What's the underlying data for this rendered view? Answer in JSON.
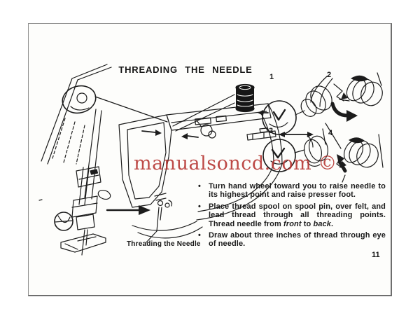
{
  "document": {
    "title": "THREADING THE NEEDLE",
    "watermark": "manualsoncd.com ©",
    "figure_caption": "Threading the Needle",
    "page_number": "11",
    "bullet_glyph": "•",
    "figure_labels": [
      "1",
      "2",
      "3",
      "4"
    ],
    "bullets": {
      "b1": "Turn hand wheel toward you to raise needle to its highest point and raise presser foot.",
      "b2_pre": "Place thread spool on spool pin, over felt, and lead thread through all threading points. Thread needle from ",
      "b2_front": "front",
      "b2_mid": " to ",
      "b2_back": "back",
      "b2_end": ".",
      "b3": "Draw about three inches of thread through eye of needle."
    },
    "illustrations": {
      "main": "sewing-machine-threading-path-diagram",
      "detail1": "spool-pin-thread-guide-inset",
      "detail2": "tension-discs-with-curved-arrow",
      "detail3": "take-up-lever-inset",
      "detail4": "needle-bar-thread-guide-with-arrow"
    }
  },
  "colors": {
    "paper": "#fdfdfb",
    "ink": "#1c1c1c",
    "border": "#8f8f8f",
    "watermark_red": "#b5322f"
  }
}
